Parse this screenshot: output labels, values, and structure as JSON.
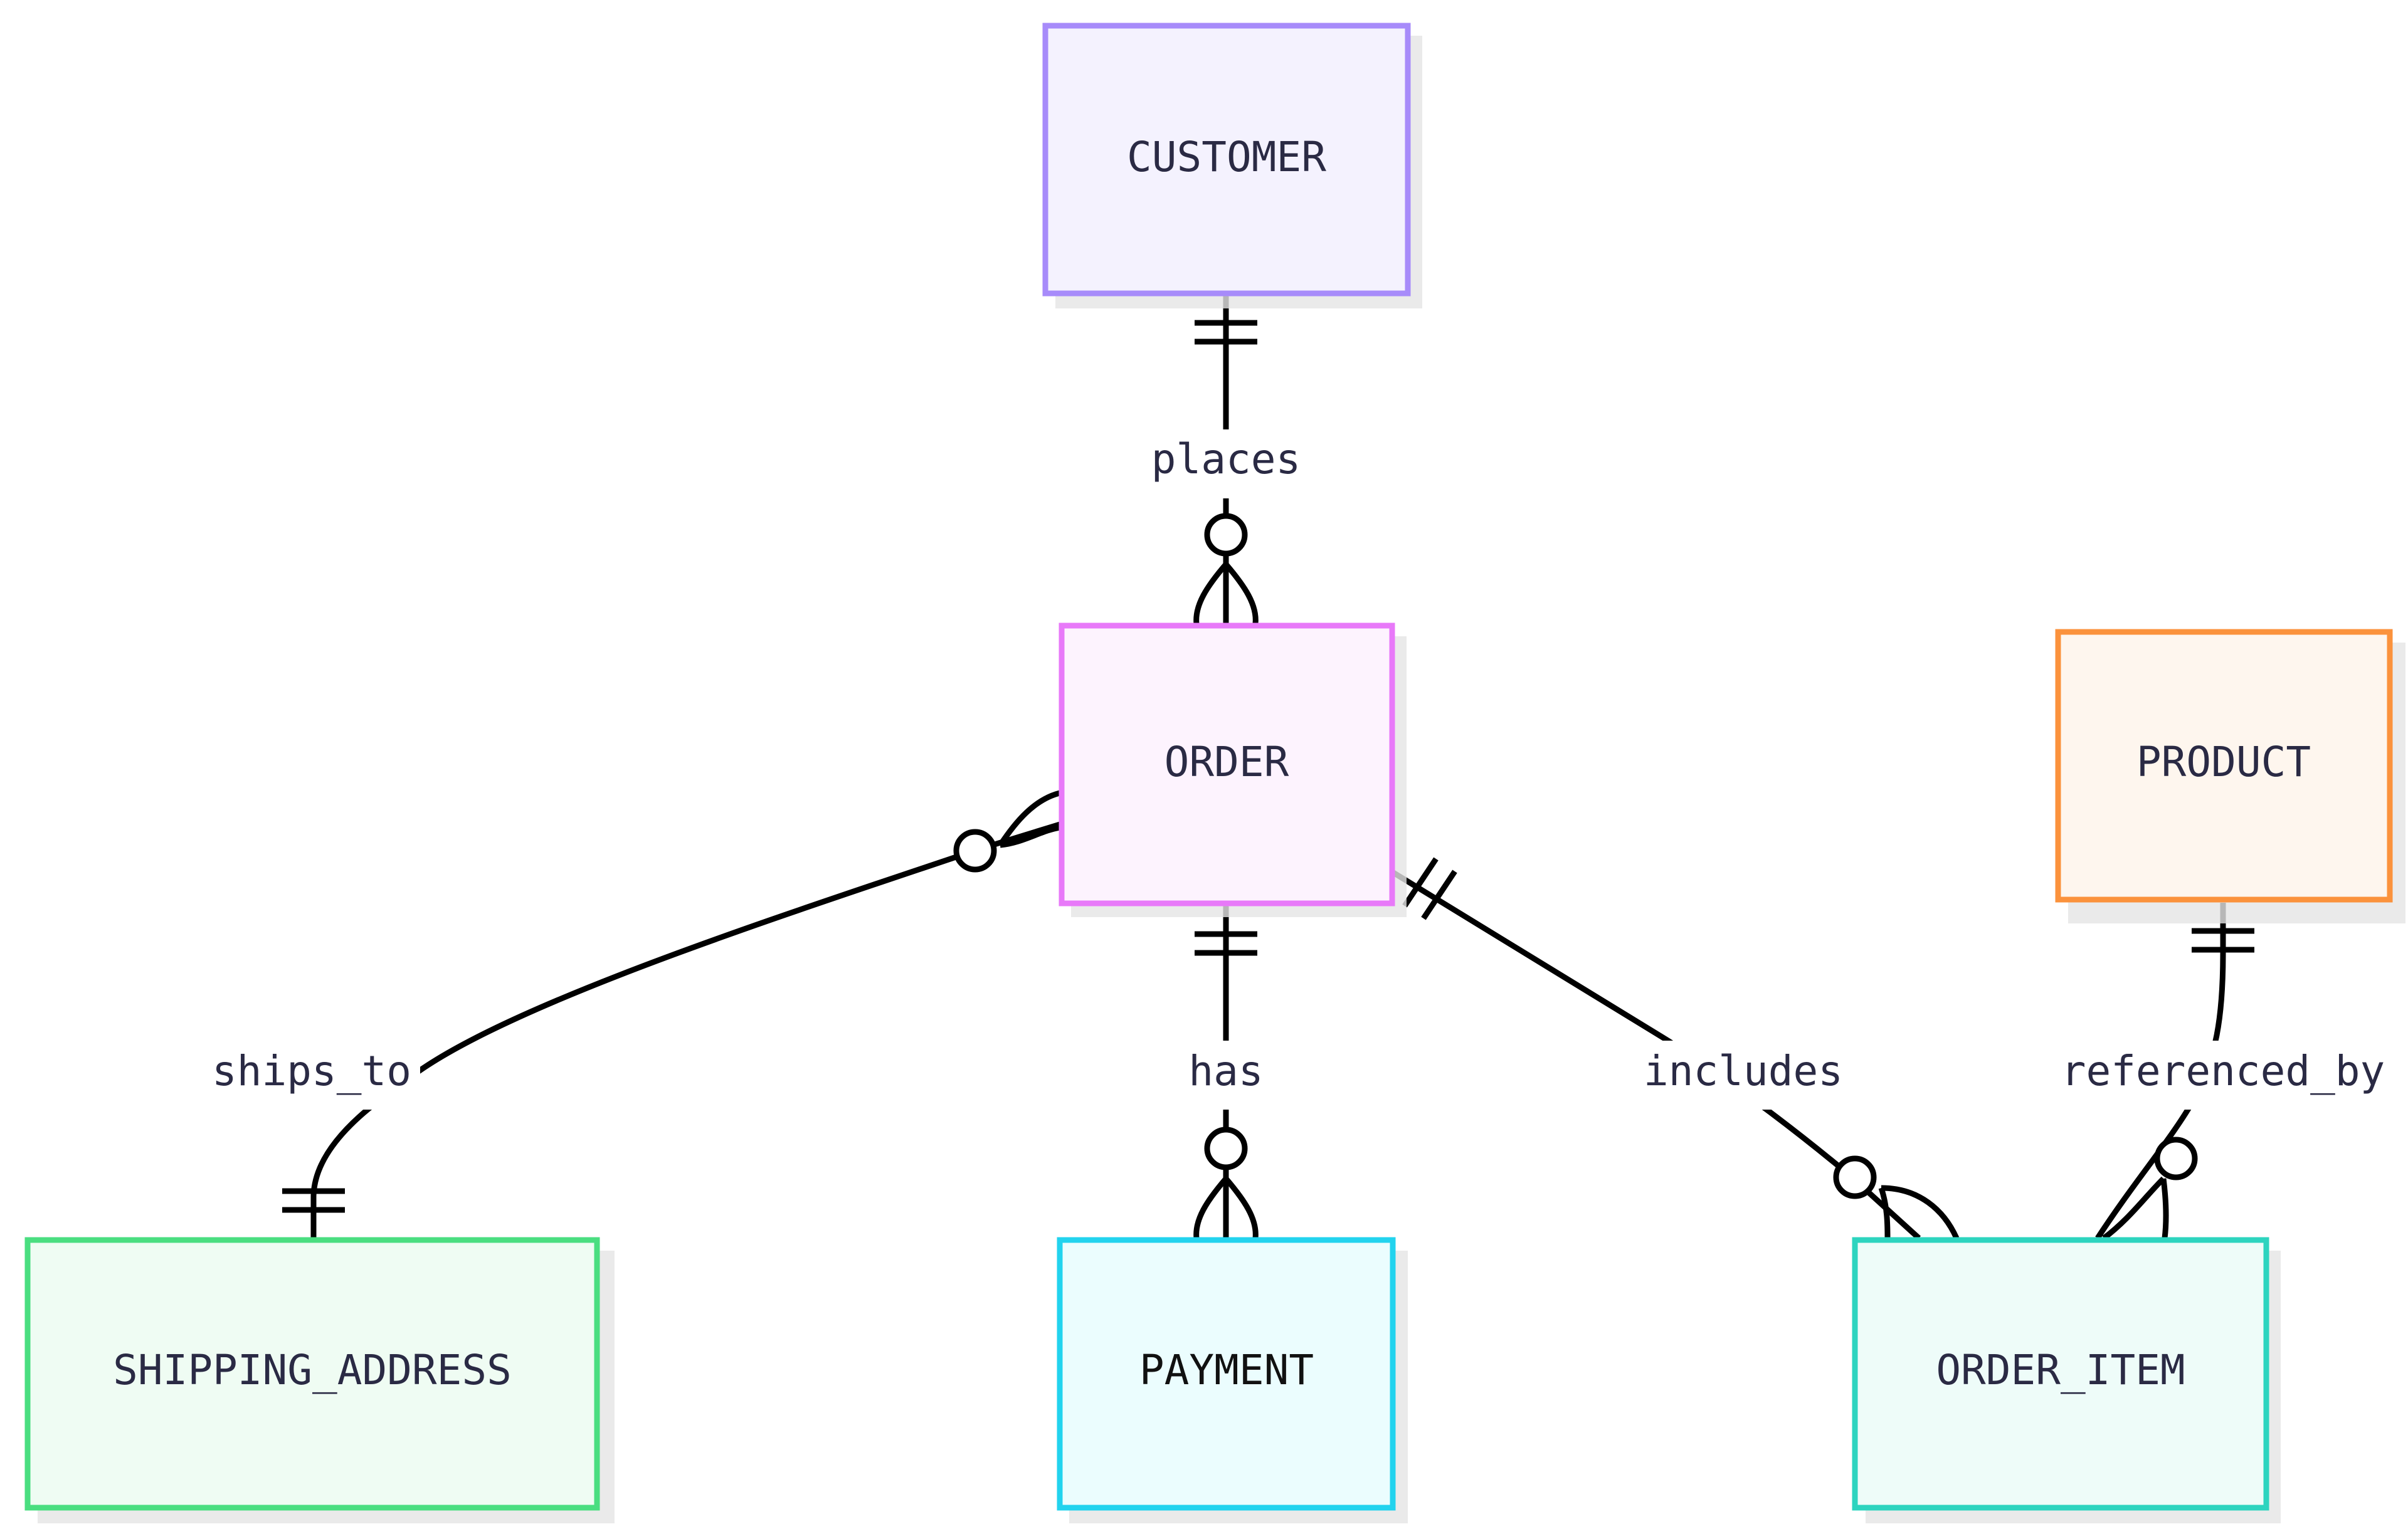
{
  "entities": {
    "customer": {
      "label": "CUSTOMER",
      "border": "#a78bfa",
      "fill": "#f4f2fe"
    },
    "order": {
      "label": "ORDER",
      "border": "#e879f9",
      "fill": "#fdf3fe"
    },
    "product": {
      "label": "PRODUCT",
      "border": "#fb923c",
      "fill": "#fef6ee"
    },
    "shipping_address": {
      "label": "SHIPPING_ADDRESS",
      "border": "#4ade80",
      "fill": "#effcf3"
    },
    "payment": {
      "label": "PAYMENT",
      "border": "#22d3ee",
      "fill": "#ebfdfe"
    },
    "order_item": {
      "label": "ORDER_ITEM",
      "border": "#2dd4bf",
      "fill": "#eefcf9"
    }
  },
  "relationships": {
    "places": {
      "label": "places",
      "from": "CUSTOMER",
      "to": "ORDER",
      "from_cardinality": "exactly-one",
      "to_cardinality": "zero-or-more"
    },
    "ships_to": {
      "label": "ships_to",
      "from": "ORDER",
      "to": "SHIPPING_ADDRESS",
      "from_cardinality": "zero-or-more",
      "to_cardinality": "exactly-one"
    },
    "has": {
      "label": "has",
      "from": "ORDER",
      "to": "PAYMENT",
      "from_cardinality": "exactly-one",
      "to_cardinality": "zero-or-more"
    },
    "includes": {
      "label": "includes",
      "from": "ORDER",
      "to": "ORDER_ITEM",
      "from_cardinality": "exactly-one",
      "to_cardinality": "zero-or-more"
    },
    "referenced_by": {
      "label": "referenced_by",
      "from": "PRODUCT",
      "to": "ORDER_ITEM",
      "from_cardinality": "exactly-one",
      "to_cardinality": "zero-or-more"
    }
  }
}
